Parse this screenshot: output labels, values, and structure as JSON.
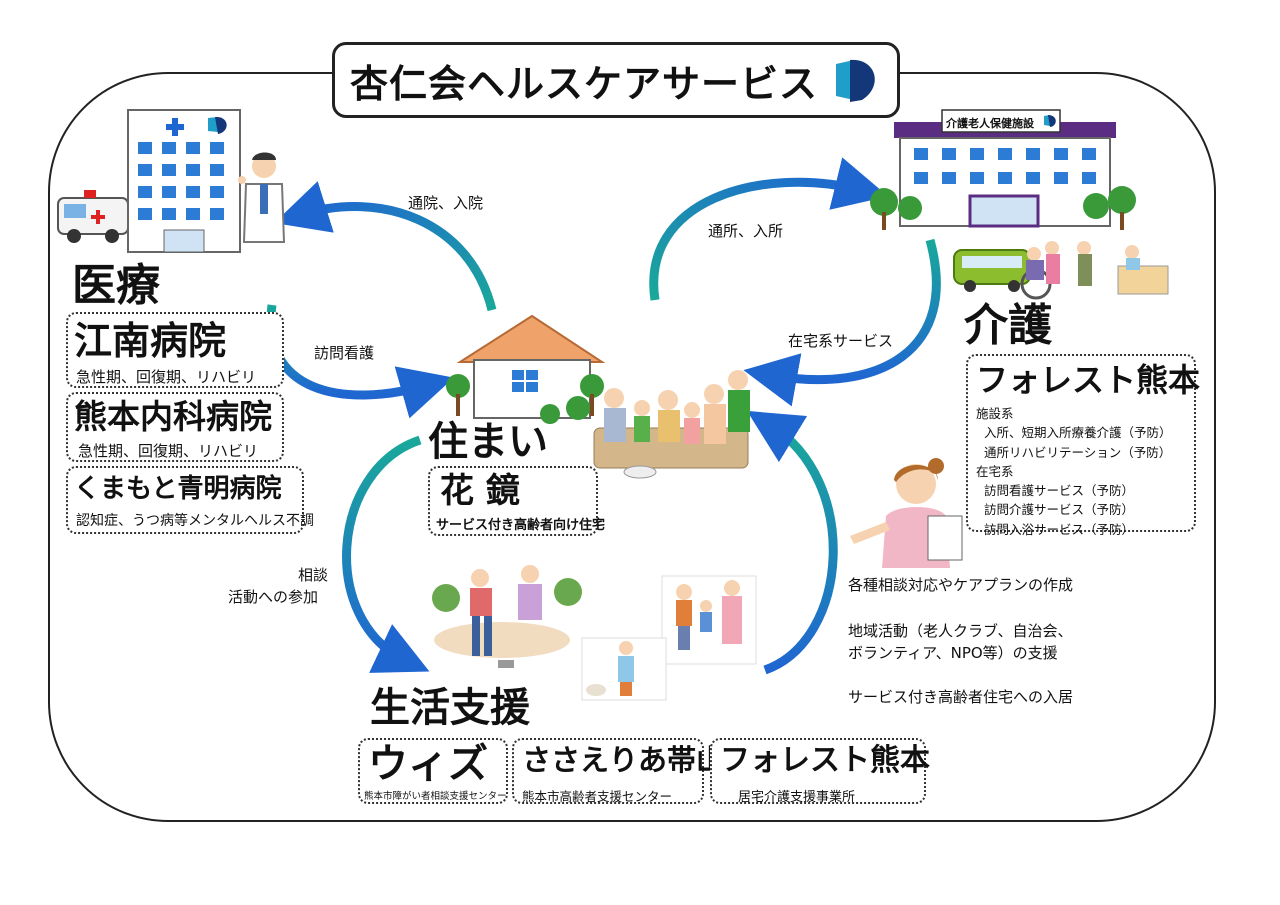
{
  "title": "杏仁会ヘルスケアサービス",
  "colors": {
    "teal": "#1aa89a",
    "blue": "#1f66d1",
    "purple": "#5a2d82",
    "logo_dark": "#14377a",
    "logo_light": "#1e9ec8"
  },
  "medical": {
    "heading": "医療",
    "hospitals": [
      {
        "name": "江南病院",
        "desc": "急性期、回復期、リハビリ"
      },
      {
        "name": "熊本内科病院",
        "desc": "急性期、回復期、リハビリ"
      },
      {
        "name": "くまもと青明病院",
        "desc": "認知症、うつ病等メンタルヘルス不調"
      }
    ]
  },
  "care": {
    "building_sign": "介護老人保健施設",
    "heading": "介護",
    "facility": "フォレスト熊本",
    "lines": [
      "施設系",
      "入所、短期入所療養介護（予防）",
      "通所リハビリテーション（予防）",
      "在宅系",
      "訪問看護サービス（予防）",
      "訪問介護サービス（予防）",
      "訪問入浴サービス（予防）"
    ]
  },
  "housing": {
    "heading": "住まい",
    "name": "花 鏡",
    "desc": "サービス付き高齢者向け住宅"
  },
  "support": {
    "heading": "生活支援",
    "centers": [
      {
        "name": "ウィズ",
        "desc": "熊本市障がい者相談支援センター"
      },
      {
        "name": "ささえりあ帯山",
        "desc": "熊本市高齢者支援センター"
      },
      {
        "name": "フォレスト熊本",
        "desc": "居宅介護支援事業所"
      }
    ]
  },
  "arrows": {
    "visit_admit_hospital": "通院、入院",
    "home_nursing": "訪問看護",
    "daycare_admit": "通所、入所",
    "home_services": "在宅系サービス",
    "consult": "相談",
    "activity": "活動への参加"
  },
  "services": [
    "各種相談対応やケアプランの作成",
    "地域活動（老人クラブ、自治会、",
    "ボランティア、NPO等）の支援",
    "サービス付き高齢者住宅への入居"
  ],
  "icons": [
    "hospital-icon",
    "ambulance-icon",
    "doctor-icon",
    "care-facility-icon",
    "bus-icon",
    "wheelchair-icon",
    "house-icon",
    "family-icon",
    "care-worker-icon",
    "elderly-activity-icon",
    "company-logo-icon"
  ]
}
